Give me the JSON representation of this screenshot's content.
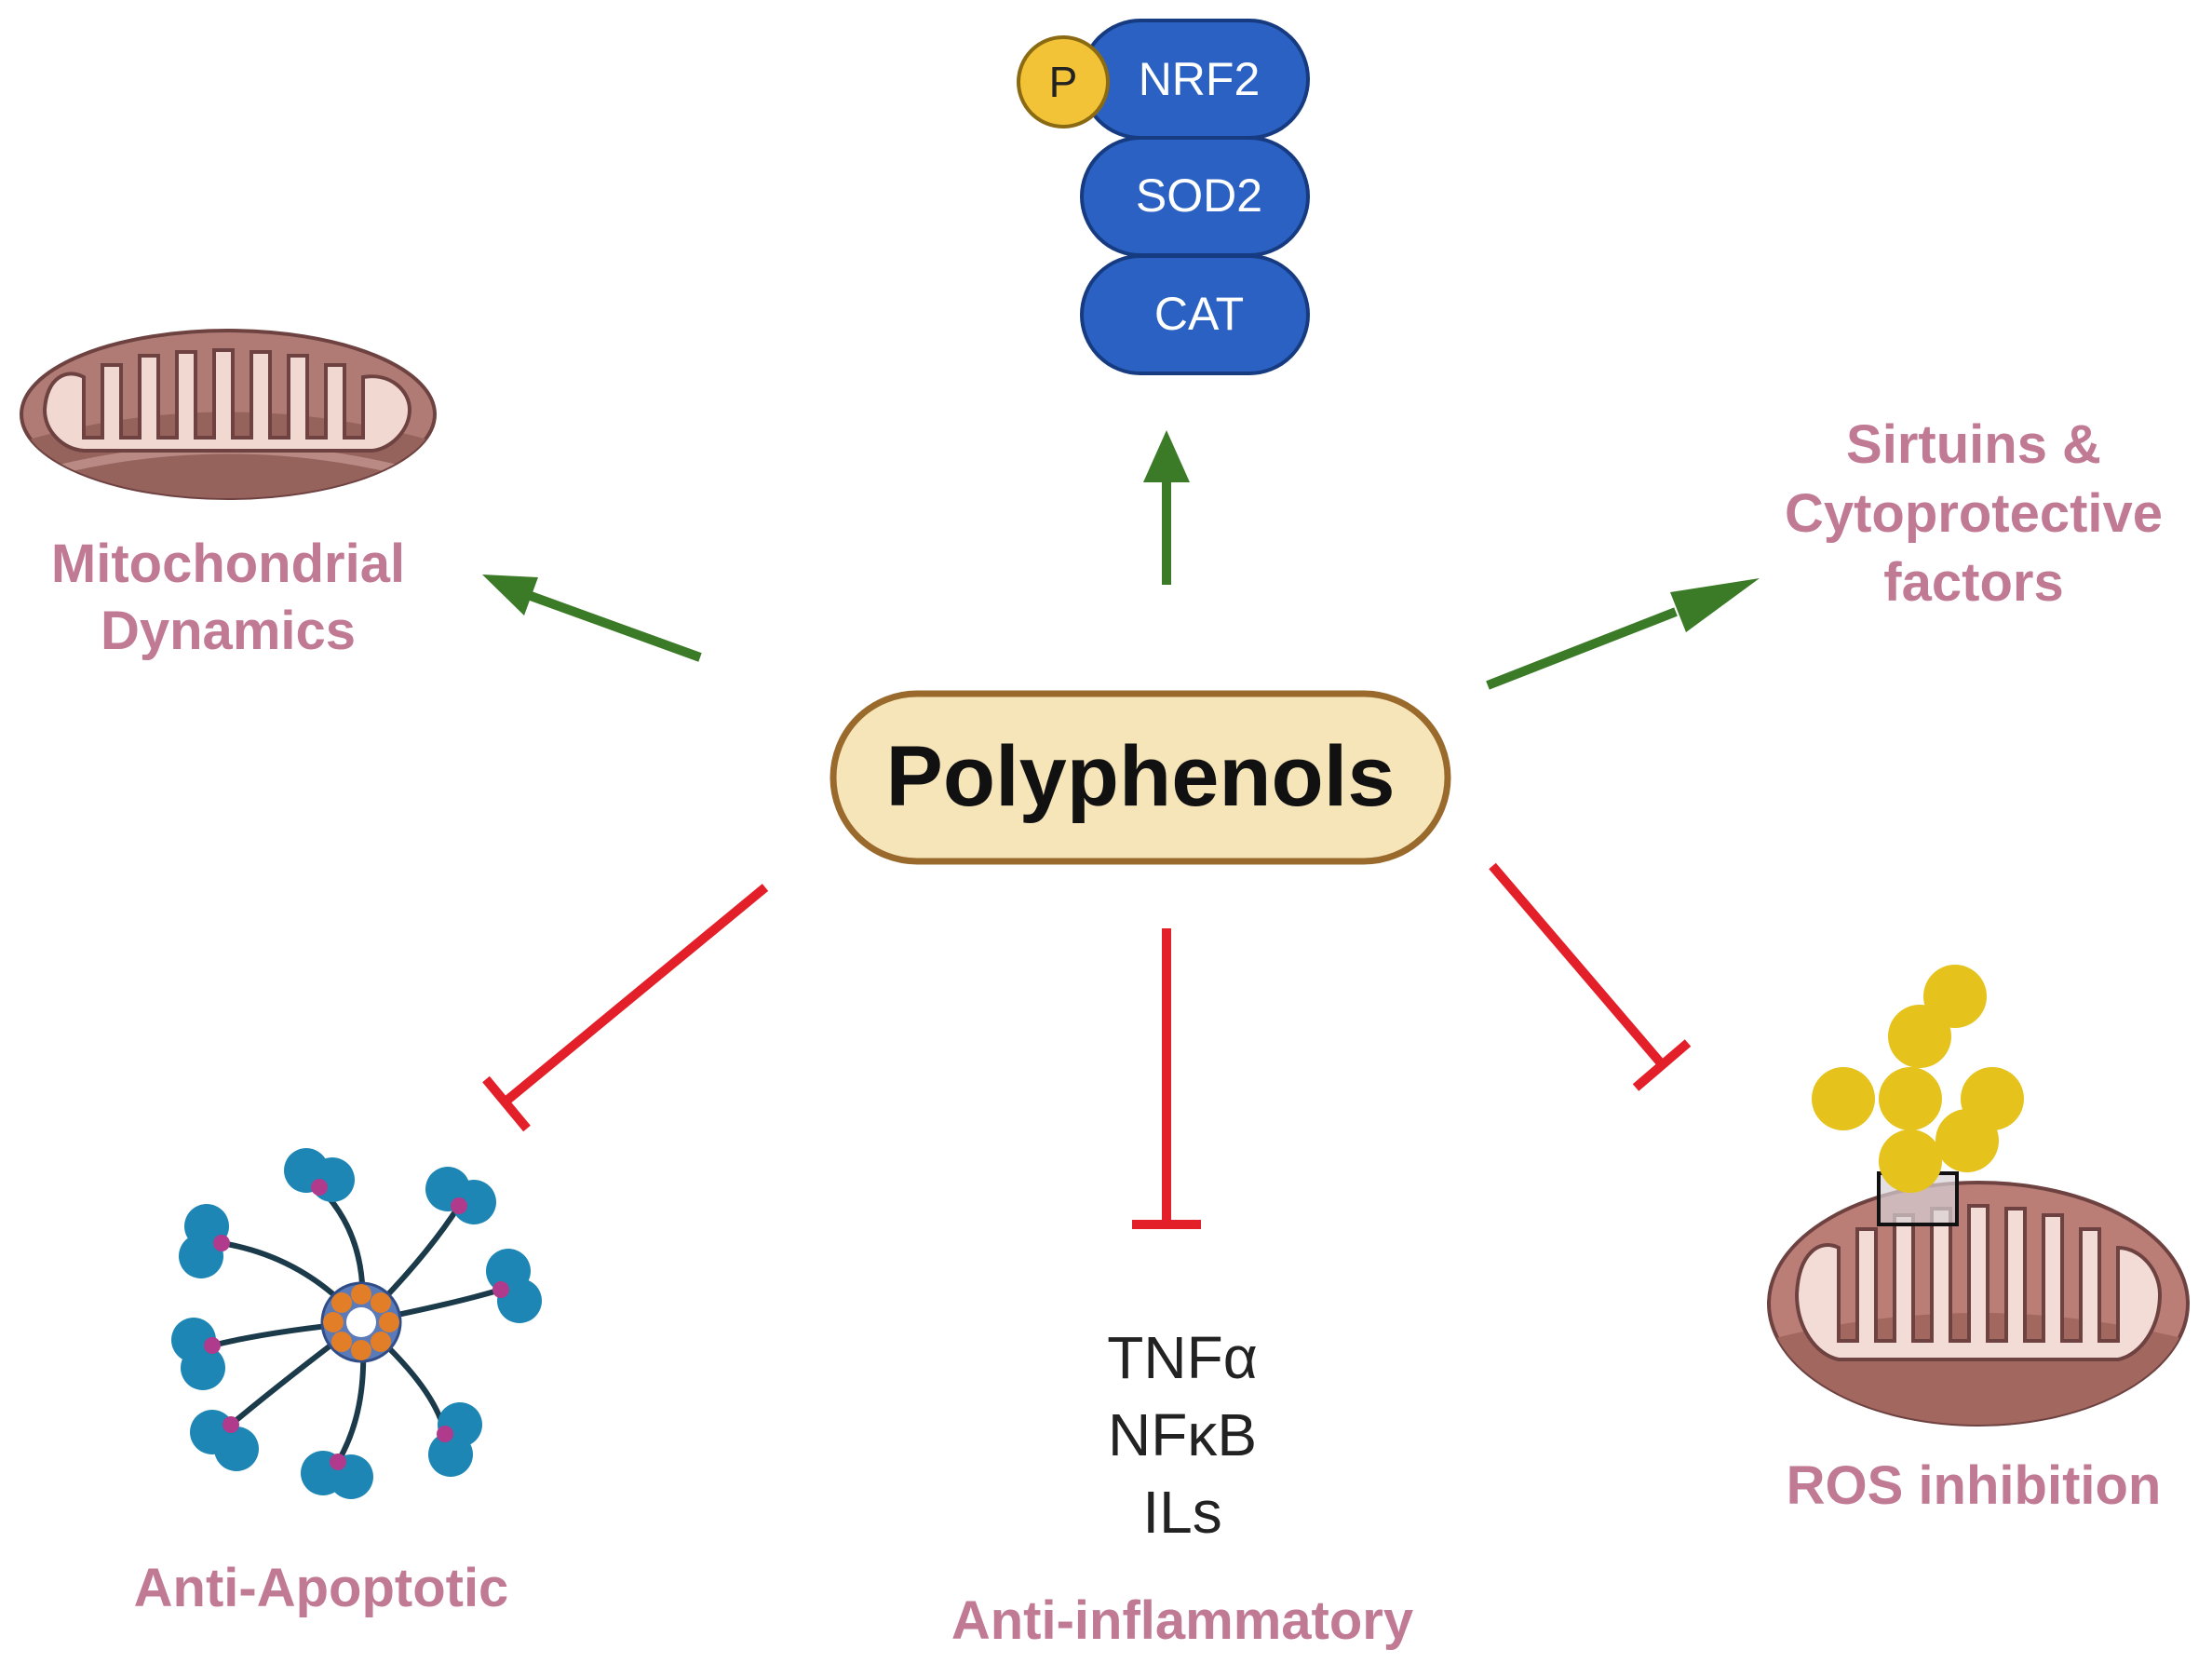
{
  "center": {
    "label": "Polyphenols"
  },
  "proteins": [
    "NRF2",
    "SOD2",
    "CAT"
  ],
  "phospho": "P",
  "labels": {
    "mito_line1": "Mitochondrial",
    "mito_line2": "Dynamics",
    "sirt_line1": "Sirtuins &",
    "sirt_line2": "Cytoprotective",
    "sirt_line3": "factors",
    "anti_apoptotic": "Anti-Apoptotic",
    "anti_inflammatory": "Anti-inflammatory",
    "ros": "ROS inhibition"
  },
  "mediators": [
    "TNFα",
    "NFκB",
    "ILs"
  ],
  "colors": {
    "activate": "#3b7a27",
    "inhibit": "#e3202a",
    "label": "#c17a93",
    "center_fill": "#f6e5b9",
    "center_border": "#9a6a2c",
    "protein": "#2a61c2",
    "ros_particle": "#e5c21c"
  }
}
